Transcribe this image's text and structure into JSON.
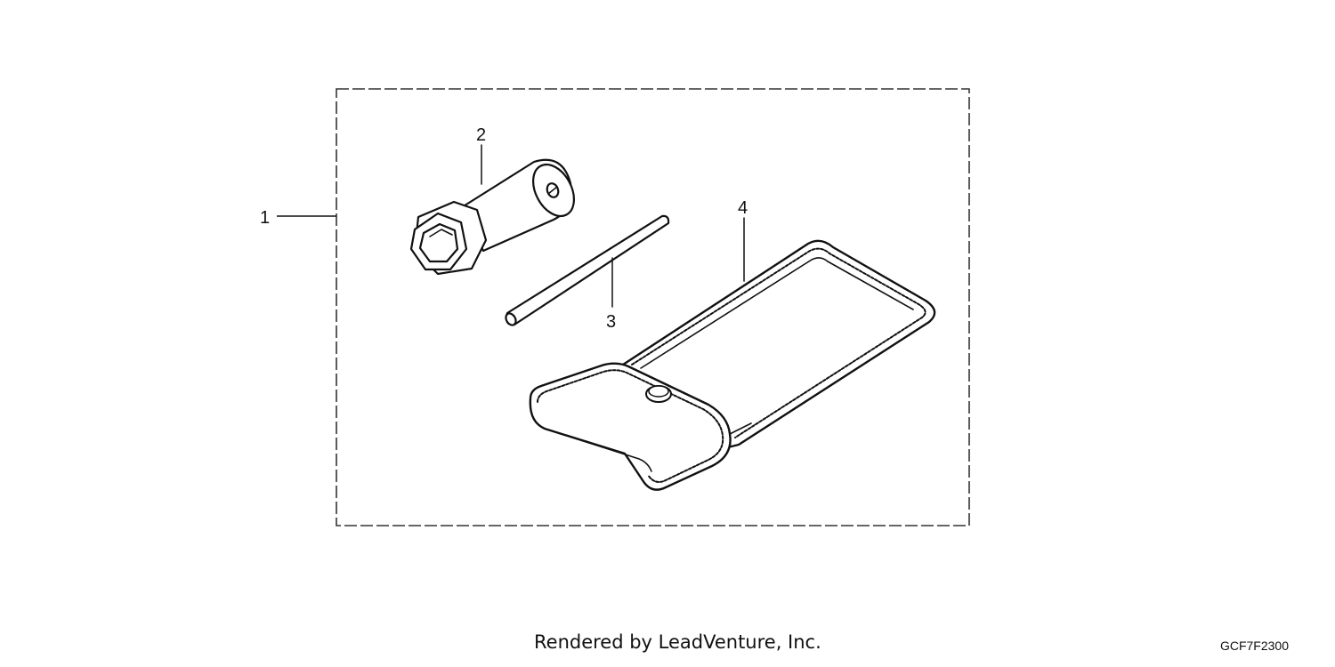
{
  "callouts": {
    "assembly": "1",
    "socket_wrench": "2",
    "handle_bar": "3",
    "tool_bag": "4"
  },
  "footer": {
    "credit": "Rendered by LeadVenture, Inc.",
    "diagram_code": "GCF7F2300"
  }
}
